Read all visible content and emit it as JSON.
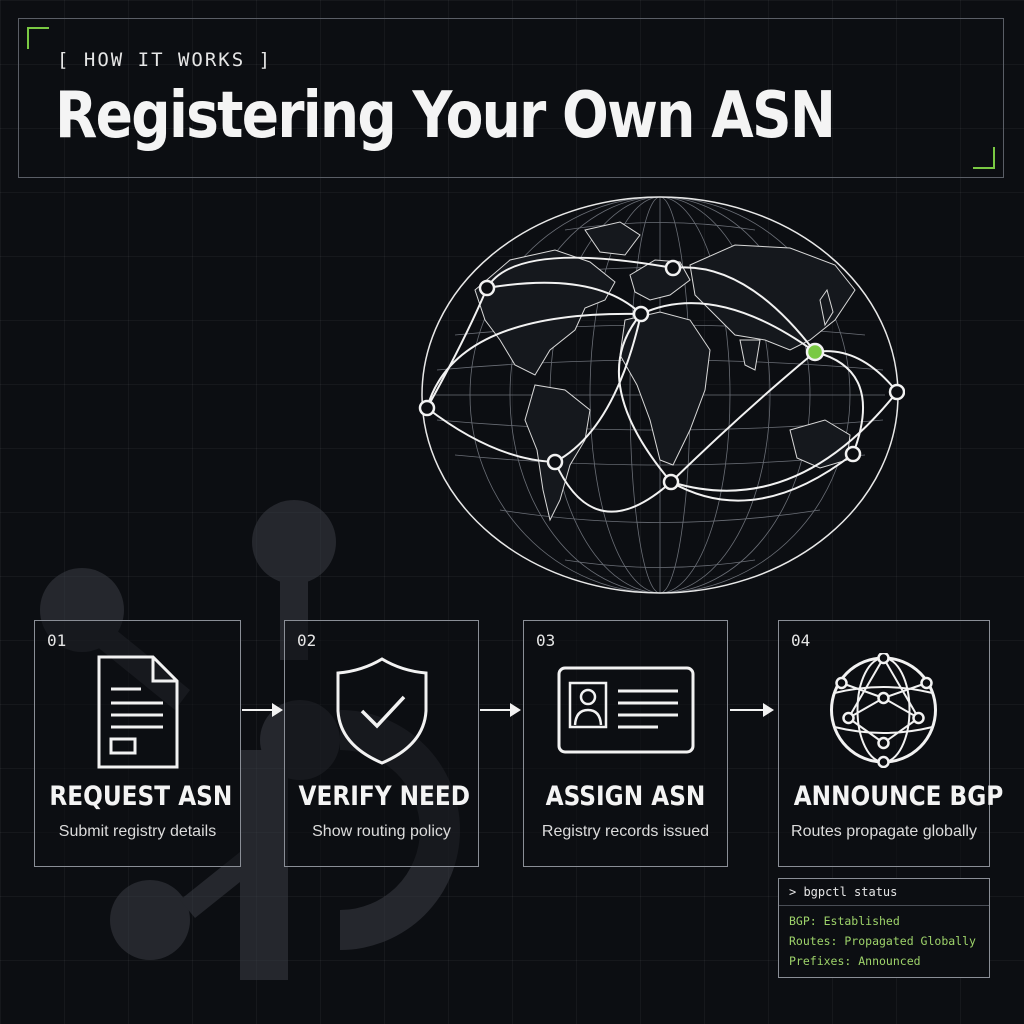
{
  "header": {
    "eyebrow": "[ HOW IT WORKS ]",
    "title": "Registering Your Own ASN"
  },
  "colors": {
    "accent": "#7ac943",
    "background": "#0c0e12",
    "line": "#f2f2f2"
  },
  "steps": [
    {
      "number": "01",
      "title": "REQUEST ASN",
      "description": "Submit registry details",
      "icon": "document-icon"
    },
    {
      "number": "02",
      "title": "VERIFY NEED",
      "description": "Show routing policy",
      "icon": "shield-check-icon"
    },
    {
      "number": "03",
      "title": "ASSIGN ASN",
      "description": "Registry records issued",
      "icon": "id-card-icon"
    },
    {
      "number": "04",
      "title": "ANNOUNCE BGP",
      "description": "Routes propagate globally",
      "icon": "network-globe-icon"
    }
  ],
  "terminal": {
    "command": "> bgpctl status",
    "lines": [
      "BGP: Established",
      "Routes: Propagated Globally",
      "Prefixes: Announced"
    ]
  }
}
